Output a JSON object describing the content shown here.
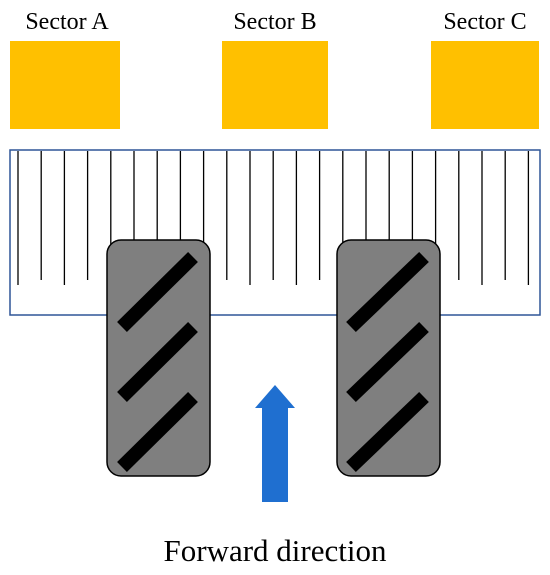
{
  "sectors": [
    {
      "label": "Sector A"
    },
    {
      "label": "Sector B"
    },
    {
      "label": "Sector C"
    }
  ],
  "caption": "Forward direction",
  "colors": {
    "sector_fill": "#FFC000",
    "comb_outline": "#2F5597",
    "tyre_fill": "#7F7F7F",
    "tyre_stroke": "#000000",
    "tread": "#000000",
    "arrow": "#1F6FD0"
  }
}
